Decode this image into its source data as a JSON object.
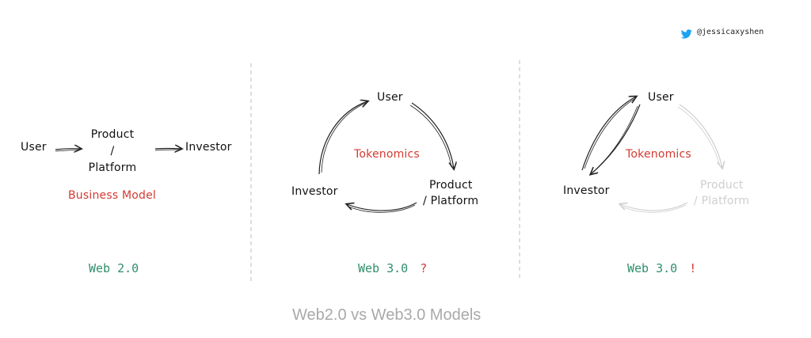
{
  "header": {
    "handle": "@jessicaxyshen",
    "icon": "twitter-bird-icon",
    "icon_color": "#1da1f2"
  },
  "panel_web2": {
    "user": "User",
    "product_line1": "Product",
    "product_line2": "/",
    "product_line3": "Platform",
    "investor": "Investor",
    "model_label": "Business Model",
    "footer_label": "Web 2.0"
  },
  "panel_web3_q": {
    "user": "User",
    "tokenomics": "Tokenomics",
    "product_line1": "Product",
    "product_line2": "/ Platform",
    "investor": "Investor",
    "footer_label": "Web 3.0",
    "footer_mark": "?"
  },
  "panel_web3_ex": {
    "user": "User",
    "tokenomics": "Tokenomics",
    "product_line1": "Product",
    "product_line2": "/ Platform",
    "investor": "Investor",
    "footer_label": "Web 3.0",
    "footer_mark": "!"
  },
  "caption": "Web2.0 vs Web3.0 Models",
  "colors": {
    "accent_red": "#d33a32",
    "label_green": "#2f8f6b",
    "faded_gray": "#cfcfcf",
    "caption_gray": "#a9a9a9"
  }
}
